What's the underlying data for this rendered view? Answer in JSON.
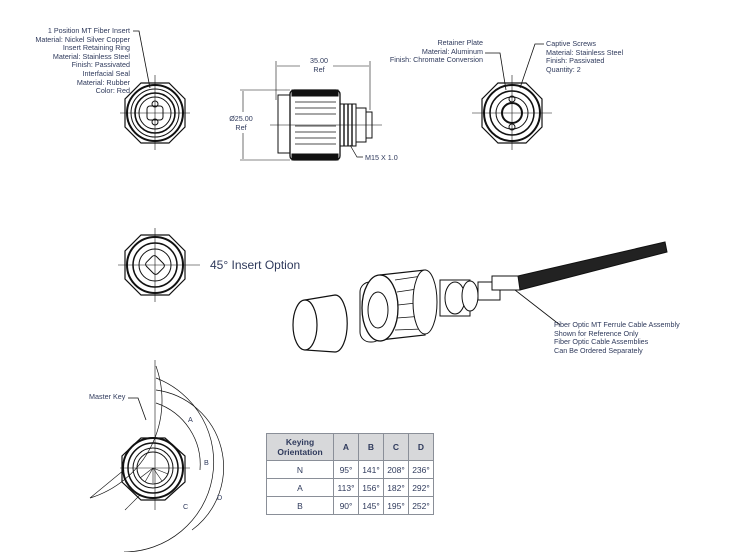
{
  "callouts": {
    "insert": [
      "1 Position MT Fiber Insert",
      "Material: Nickel Silver Copper",
      "Insert Retaining Ring",
      "Material: Stainless Steel",
      "Finish: Passivated",
      "Interfacial Seal",
      "Material: Rubber",
      "Color: Red"
    ],
    "retainer": [
      "Retainer Plate",
      "Material: Aluminum",
      "Finish: Chromate Conversion"
    ],
    "screws": [
      "Captive Screws",
      "Material: Stainless Steel",
      "Finish: Passivated",
      "Quantity: 2"
    ],
    "ferrule": [
      "Fiber Optic MT Ferrule Cable Assembly",
      "Shown for Reference Only",
      "Fiber Optic Cable Assemblies",
      "Can Be Ordered Separately"
    ],
    "master_key": "Master Key"
  },
  "dimensions": {
    "length": "35.00",
    "length_ref": "Ref",
    "diameter": "Ø25.00",
    "diameter_ref": "Ref",
    "thread": "M15 X 1.0"
  },
  "insert_option": "45° Insert Option",
  "angle_labels": [
    "A",
    "B",
    "C",
    "D"
  ],
  "keying_table": {
    "header": [
      "Keying Orientation",
      "A",
      "B",
      "C",
      "D"
    ],
    "rows": [
      [
        "N",
        "95°",
        "141°",
        "208°",
        "236°"
      ],
      [
        "A",
        "113°",
        "156°",
        "182°",
        "292°"
      ],
      [
        "B",
        "90°",
        "145°",
        "195°",
        "252°"
      ]
    ]
  }
}
